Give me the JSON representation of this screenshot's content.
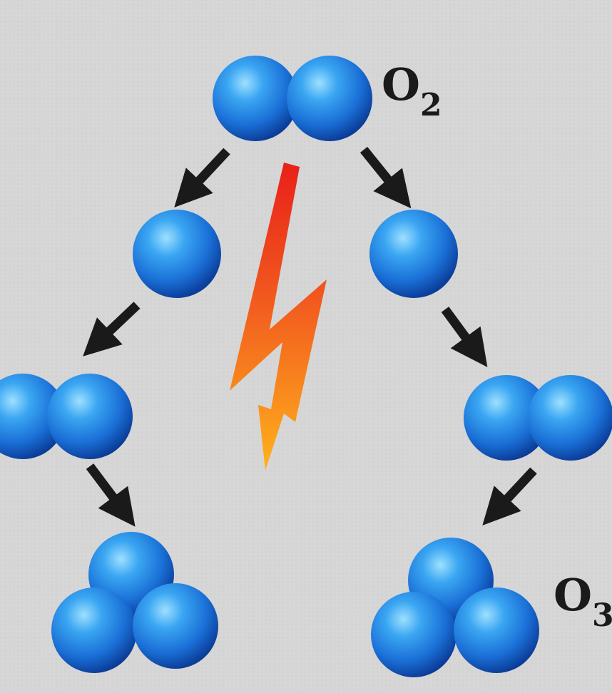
{
  "labels": {
    "top_formula_main": "O",
    "top_formula_sub": "2",
    "bottom_formula_main": "O",
    "bottom_formula_sub": "3"
  },
  "icons": {
    "atom": "oxygen-atom-icon",
    "arrow": "arrow-icon",
    "spark": "lightning-bolt-icon"
  },
  "colors": {
    "background": "#d6d6d6",
    "atom_light": "#7fd0ff",
    "atom_mid": "#1e7fe0",
    "atom_dark": "#0a3f9e",
    "arrow": "#1a1a1a",
    "bolt_top": "#e8201a",
    "bolt_bottom": "#ffb21c",
    "text": "#1a1a1a"
  }
}
